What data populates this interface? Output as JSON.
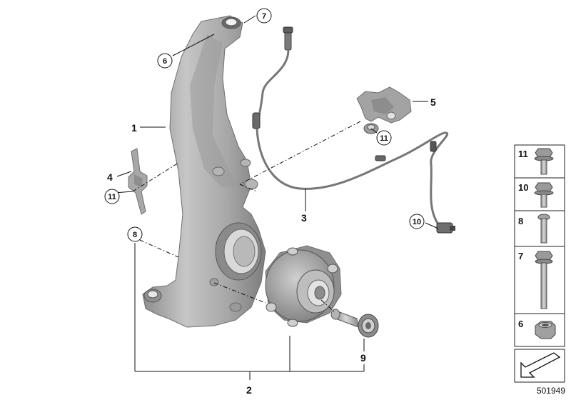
{
  "callouts": {
    "c1": "1",
    "c2": "2",
    "c3": "3",
    "c4": "4",
    "c5": "5",
    "c6": "6",
    "c7": "7",
    "c8": "8",
    "c9": "9",
    "c10": "10",
    "c11a": "11",
    "c11b": "11"
  },
  "legend_panel": {
    "items": [
      {
        "number": "11",
        "icon": "flange-bolt-icon"
      },
      {
        "number": "10",
        "icon": "torx-flange-bolt-icon"
      },
      {
        "number": "8",
        "icon": "torx-screw-icon"
      },
      {
        "number": "7",
        "icon": "long-hex-bolt-icon"
      },
      {
        "number": "6",
        "icon": "hex-nut-icon"
      }
    ],
    "arrow_icon": "direction-arrow-icon"
  },
  "diagram_number": "501949",
  "colors": {
    "part_fill": "#a9a9a9",
    "part_dark": "#7e7e7e",
    "line": "#111111",
    "background": "#ffffff"
  }
}
